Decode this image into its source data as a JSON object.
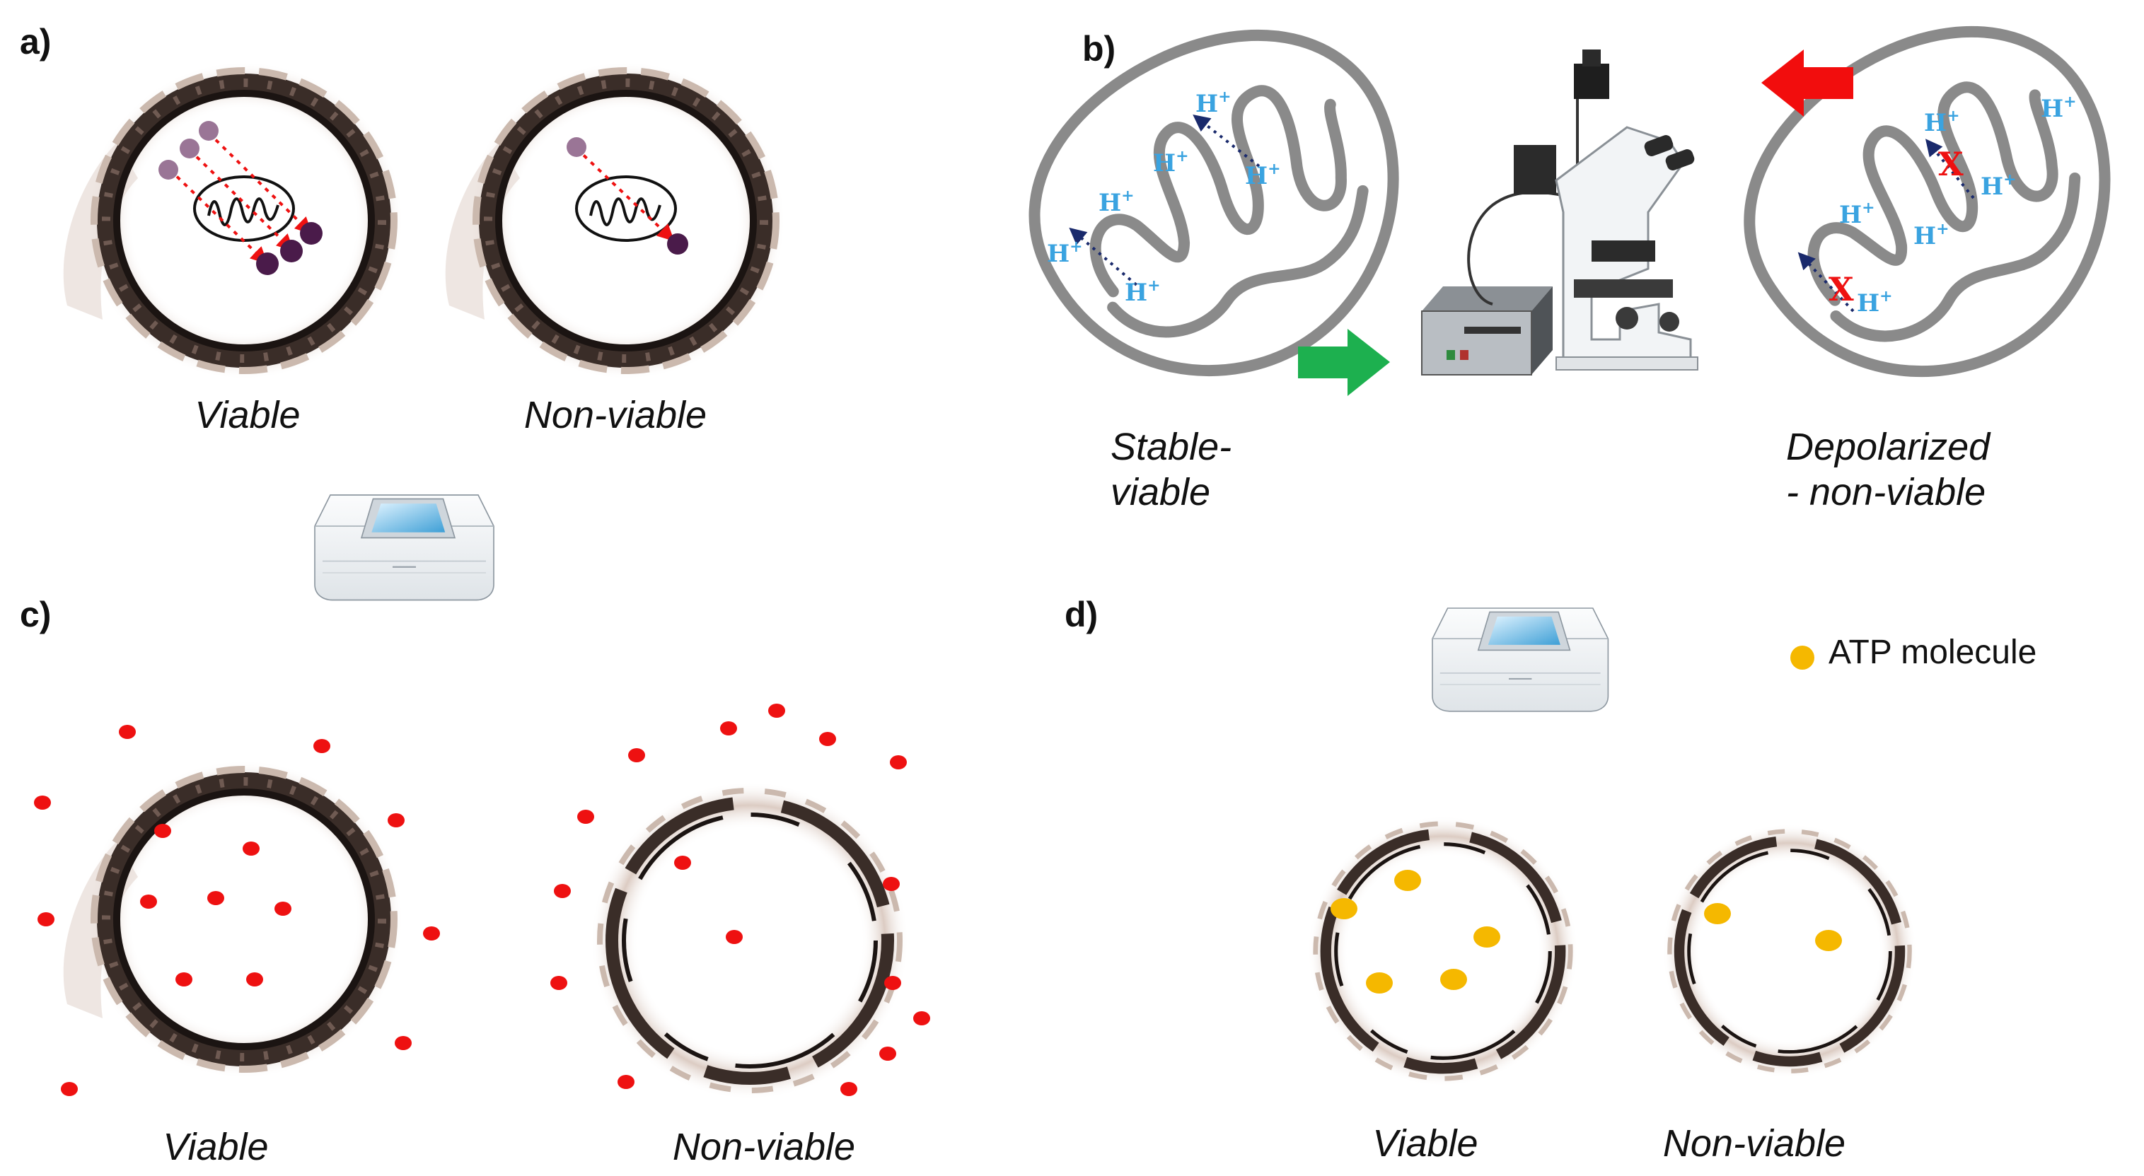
{
  "panels": {
    "a": {
      "label": "a)",
      "captions": [
        "Viable",
        "Non-viable"
      ]
    },
    "b": {
      "label": "b)",
      "captions": [
        "Stable-\nviable",
        "Depolarized\n- non-viable"
      ],
      "proton_label": "H",
      "proton_charge": "+",
      "blocked_mark": "X"
    },
    "c": {
      "label": "c)",
      "captions": [
        "Viable",
        "Non-viable"
      ]
    },
    "d": {
      "label": "d)",
      "captions": [
        "Viable",
        "Non-viable"
      ],
      "legend": "ATP molecule"
    }
  },
  "colors": {
    "cell_ring": "#2b2320",
    "cell_halo": "#d9cbc3",
    "dye_light": "#9a7596",
    "dye_dark": "#4a1b4a",
    "red_dot": "#ee1111",
    "atp": "#f5b800",
    "proton": "#3aa3e0",
    "green_arrow": "#1db04f",
    "red_arrow": "#f20d0d",
    "mito_outline": "#8a8a8a"
  },
  "icons": [
    "mitochondrion-icon",
    "microscope-icon",
    "plate-reader-icon",
    "power-supply-icon"
  ]
}
